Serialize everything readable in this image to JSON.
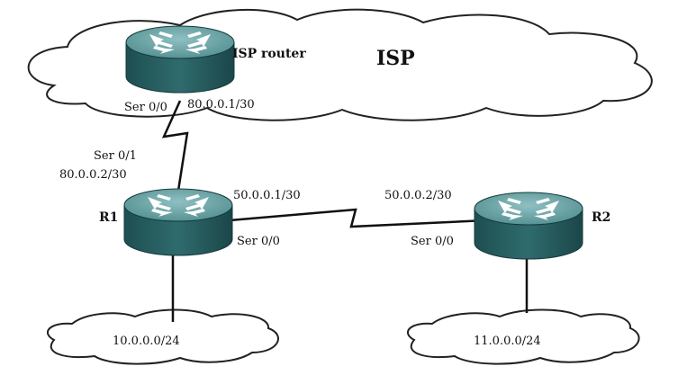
{
  "diagram": {
    "isp_cloud_label": "ISP",
    "isp_router": {
      "name": "ISP router",
      "interface": "Ser 0/0",
      "ip": "80.0.0.1/30"
    },
    "r1": {
      "name": "R1",
      "uplink_interface": "Ser 0/1",
      "uplink_ip": "80.0.0.2/30",
      "serial_ip": "50.0.0.1/30",
      "serial_interface": "Ser 0/0"
    },
    "r2": {
      "name": "R2",
      "serial_ip": "50.0.0.2/30",
      "serial_interface": "Ser 0/0"
    },
    "lan1": "10.0.0.0/24",
    "lan2": "11.0.0.0/24",
    "colors": {
      "router_body": "#2f6b6d",
      "router_top": "#6aa1a3",
      "router_arrow": "#ffffff"
    },
    "icons": {
      "router": "router-icon",
      "cloud": "cloud-shape"
    }
  }
}
